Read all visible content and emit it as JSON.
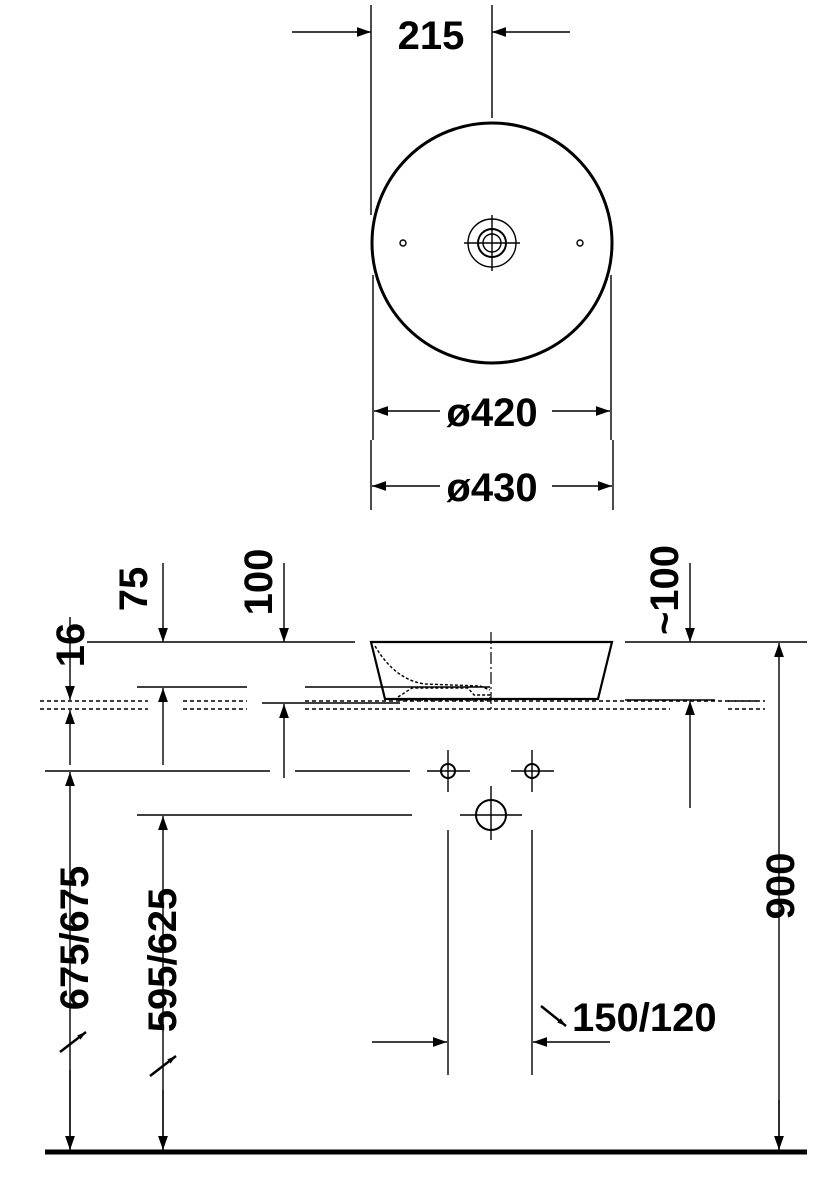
{
  "drawing": {
    "top_view": {
      "dim_offset": "215",
      "dim_inner_diameter": "ø420",
      "dim_outer_diameter": "ø430"
    },
    "side_view": {
      "dim_rim": "16",
      "dim_75": "75",
      "dim_100": "100",
      "dim_approx_100": "~100",
      "dim_height": "900",
      "dim_supply_height": "675/675",
      "dim_drain_height": "595/625",
      "dim_supply_spacing": "150/120"
    }
  }
}
